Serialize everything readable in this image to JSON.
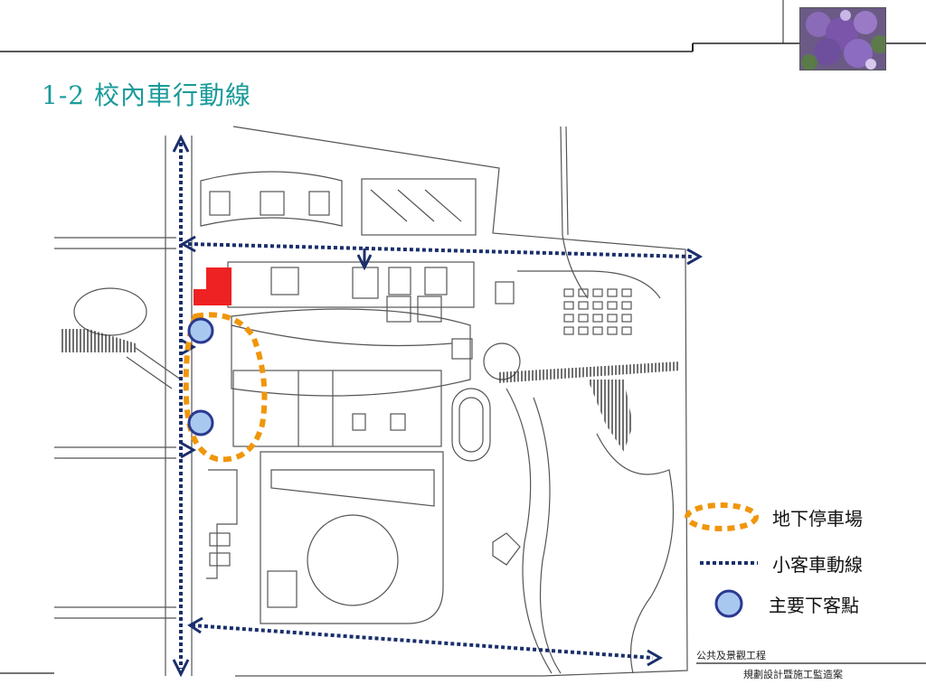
{
  "slide": {
    "title": "1-2 校內車行動線"
  },
  "legend": {
    "items": [
      {
        "key": "parking",
        "label": "地下停車場",
        "icon": "orange-dashed-ellipse-icon",
        "color": "#f0960a"
      },
      {
        "key": "car-route",
        "label": "小客車動線",
        "icon": "navy-dotted-line-icon",
        "color": "#1a2f6b"
      },
      {
        "key": "dropoff",
        "label": "主要下客點",
        "icon": "blue-circle-icon",
        "color": "#a9c8f0"
      }
    ]
  },
  "footer": {
    "line1": "公共及景觀工程",
    "line2": "規劃設計暨施工監造案"
  },
  "colors": {
    "title": "#1a9a9a",
    "route": "#1a2f6b",
    "parking": "#f0960a",
    "dropoff_fill": "#a9c8f0",
    "dropoff_stroke": "#2b3990",
    "building_highlight": "#ee2222",
    "plan_lines": "#555555"
  }
}
